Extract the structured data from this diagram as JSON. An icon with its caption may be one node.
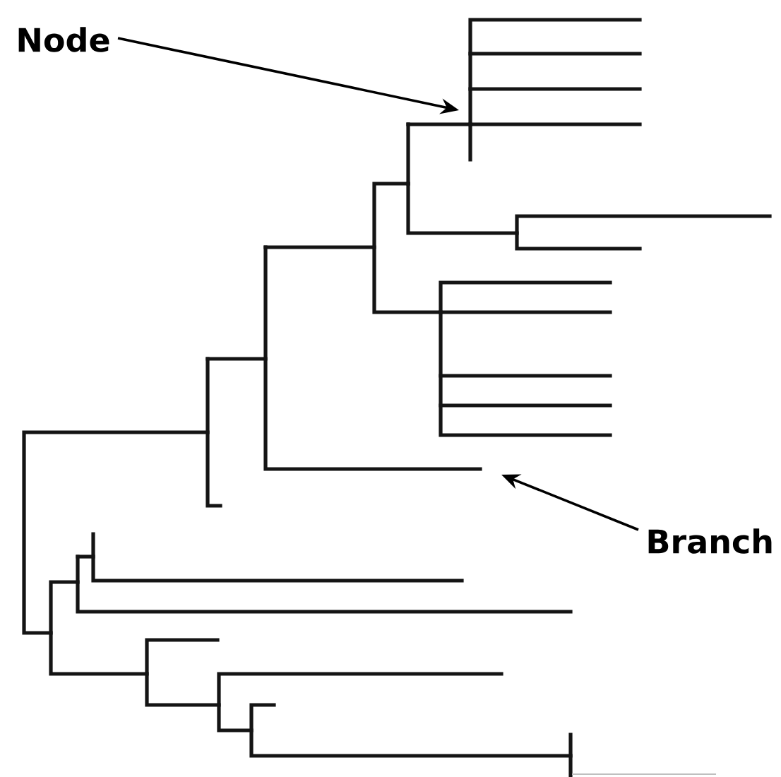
{
  "diagram": {
    "nodes": [
      {
        "text": [
          "Node"
        ]
      },
      {
        "text": [
          "Branch"
        ]
      }
    ],
    "edges": [
      {
        "from": 0,
        "to": null,
        "arrow": "to"
      },
      {
        "from": 1,
        "to": null,
        "arrow": "to"
      }
    ]
  }
}
